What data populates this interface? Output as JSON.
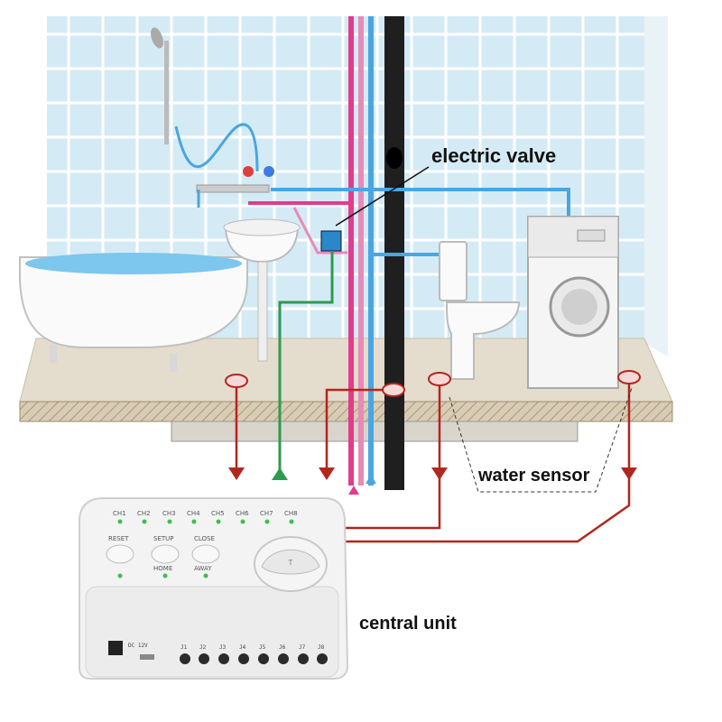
{
  "labels": {
    "electric_valve": "electric valve",
    "water_sensor": "water sensor",
    "central_unit": "central unit"
  },
  "central_unit": {
    "channels": [
      "CH1",
      "CH2",
      "CH3",
      "CH4",
      "CH5",
      "CH6",
      "CH7",
      "CH8"
    ],
    "buttons": {
      "reset": "RESET",
      "setup": "SETUP",
      "home": "HOME",
      "away": "AWAY",
      "close": "CLOSE"
    },
    "power_label": "DC 12V",
    "port_labels": [
      "J1",
      "J2",
      "J3",
      "J4",
      "J5",
      "J6",
      "J7",
      "J8"
    ]
  },
  "colors": {
    "tile": "#cfe6f2",
    "floor": "#ddd5c4",
    "hot_pipe": "#e23c8c",
    "cold_pipe": "#4aa6e0",
    "drain_pipe": "#222222",
    "control_line": "#2e9a4e",
    "sensor_line": "#b3261e"
  }
}
